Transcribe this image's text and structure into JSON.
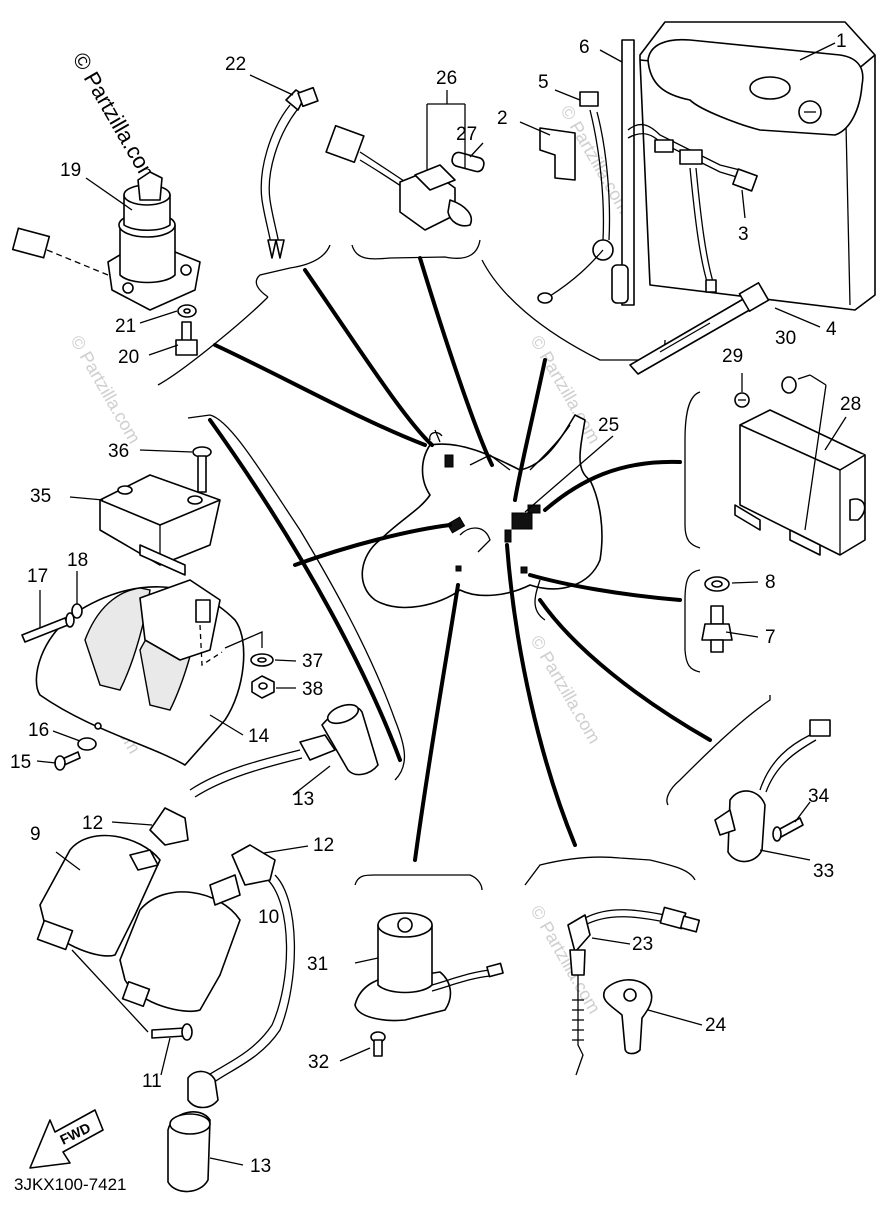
{
  "copyright": "© Partzilla.com",
  "watermark": "© Partzilla.com",
  "diagram_code": "3JKX100-7421",
  "fwd_label": "FWD",
  "callouts": {
    "c1": "1",
    "c2": "2",
    "c3": "3",
    "c4": "4",
    "c5": "5",
    "c6": "6",
    "c7": "7",
    "c8": "8",
    "c9": "9",
    "c10": "10",
    "c11": "11",
    "c12a": "12",
    "c12b": "12",
    "c13a": "13",
    "c13b": "13",
    "c14": "14",
    "c15": "15",
    "c16": "16",
    "c17": "17",
    "c18": "18",
    "c19": "19",
    "c20": "20",
    "c21": "21",
    "c22": "22",
    "c23": "23",
    "c24": "24",
    "c25": "25",
    "c26": "26",
    "c27": "27",
    "c28": "28",
    "c29": "29",
    "c30": "30",
    "c31": "31",
    "c32": "32",
    "c33": "33",
    "c34": "34",
    "c35": "35",
    "c36": "36",
    "c37": "37",
    "c38": "38"
  },
  "icons": {
    "battery": "battery-icon",
    "main_switch": "main-switch-icon",
    "ignition_coil": "ignition-coil-icon",
    "cdi_unit": "cdi-unit-icon",
    "fwd_arrow": "fwd-arrow-icon",
    "motorcycle": "motorcycle-silhouette-icon"
  }
}
